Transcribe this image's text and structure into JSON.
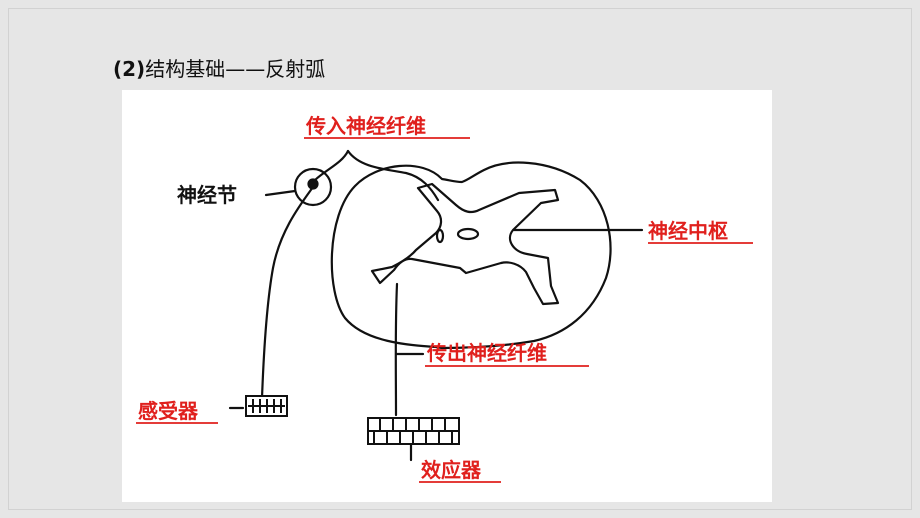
{
  "slide": {
    "heading_number": "(2)",
    "heading_text": "结构基础——反射弧"
  },
  "diagram": {
    "labels": {
      "afferent_fiber": "传入神经纤维",
      "ganglion": "神经节",
      "center": "神经中枢",
      "efferent_fiber": "传出神经纤维",
      "receptor": "感受器",
      "effector": "效应器"
    },
    "colors": {
      "highlight_red": "#e0201d",
      "line_black": "#111111",
      "background": "#e6e6e6"
    }
  }
}
